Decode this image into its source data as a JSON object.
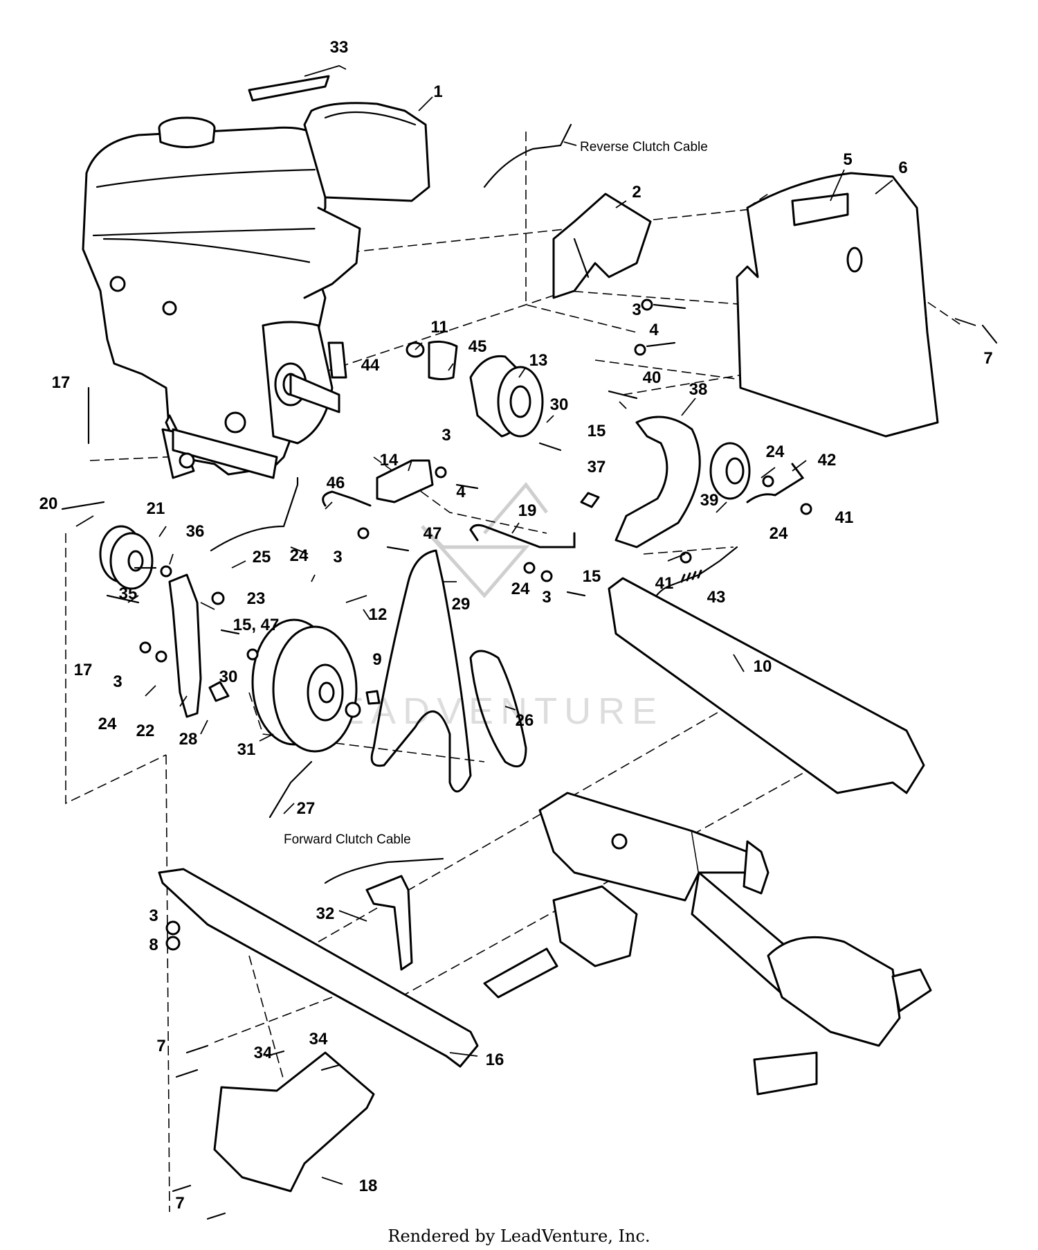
{
  "diagram": {
    "callouts": [
      {
        "id": "c-33a",
        "text": "33"
      },
      {
        "id": "c-1",
        "text": "1"
      },
      {
        "id": "c-2",
        "text": "2"
      },
      {
        "id": "c-5",
        "text": "5"
      },
      {
        "id": "c-6",
        "text": "6"
      },
      {
        "id": "c-3a",
        "text": "3"
      },
      {
        "id": "c-4a",
        "text": "4"
      },
      {
        "id": "c-7a",
        "text": "7"
      },
      {
        "id": "c-11",
        "text": "11"
      },
      {
        "id": "c-45",
        "text": "45"
      },
      {
        "id": "c-13",
        "text": "13"
      },
      {
        "id": "c-44",
        "text": "44"
      },
      {
        "id": "c-17a",
        "text": "17"
      },
      {
        "id": "c-30a",
        "text": "30"
      },
      {
        "id": "c-15a",
        "text": "15"
      },
      {
        "id": "c-40",
        "text": "40"
      },
      {
        "id": "c-38",
        "text": "38"
      },
      {
        "id": "c-3b",
        "text": "3"
      },
      {
        "id": "c-14",
        "text": "14"
      },
      {
        "id": "c-4b",
        "text": "4"
      },
      {
        "id": "c-37",
        "text": "37"
      },
      {
        "id": "c-24a",
        "text": "24"
      },
      {
        "id": "c-42",
        "text": "42"
      },
      {
        "id": "c-39",
        "text": "39"
      },
      {
        "id": "c-24b",
        "text": "24"
      },
      {
        "id": "c-41a",
        "text": "41"
      },
      {
        "id": "c-20",
        "text": "20"
      },
      {
        "id": "c-46",
        "text": "46"
      },
      {
        "id": "c-19",
        "text": "19"
      },
      {
        "id": "c-21",
        "text": "21"
      },
      {
        "id": "c-36",
        "text": "36"
      },
      {
        "id": "c-25",
        "text": "25"
      },
      {
        "id": "c-24c",
        "text": "24"
      },
      {
        "id": "c-3c",
        "text": "3"
      },
      {
        "id": "c-47a",
        "text": "47"
      },
      {
        "id": "c-41b",
        "text": "41"
      },
      {
        "id": "c-24d",
        "text": "24"
      },
      {
        "id": "c-3d",
        "text": "3"
      },
      {
        "id": "c-15b",
        "text": "15"
      },
      {
        "id": "c-43",
        "text": "43"
      },
      {
        "id": "c-35",
        "text": "35"
      },
      {
        "id": "c-23",
        "text": "23"
      },
      {
        "id": "c-29",
        "text": "29"
      },
      {
        "id": "c-12",
        "text": "12"
      },
      {
        "id": "c-15-47",
        "text": "15, 47"
      },
      {
        "id": "c-17b",
        "text": "17"
      },
      {
        "id": "c-3e",
        "text": "3"
      },
      {
        "id": "c-30b",
        "text": "30"
      },
      {
        "id": "c-9",
        "text": "9"
      },
      {
        "id": "c-10",
        "text": "10"
      },
      {
        "id": "c-24e",
        "text": "24"
      },
      {
        "id": "c-22",
        "text": "22"
      },
      {
        "id": "c-28",
        "text": "28"
      },
      {
        "id": "c-31",
        "text": "31"
      },
      {
        "id": "c-26",
        "text": "26"
      },
      {
        "id": "c-27",
        "text": "27"
      },
      {
        "id": "c-3f",
        "text": "3"
      },
      {
        "id": "c-8",
        "text": "8"
      },
      {
        "id": "c-32",
        "text": "32"
      },
      {
        "id": "c-7b",
        "text": "7"
      },
      {
        "id": "c-34a",
        "text": "34"
      },
      {
        "id": "c-34b",
        "text": "34"
      },
      {
        "id": "c-16",
        "text": "16"
      },
      {
        "id": "c-7c",
        "text": "7"
      },
      {
        "id": "c-18",
        "text": "18"
      }
    ],
    "cable_labels": {
      "reverse": "Reverse Clutch Cable",
      "forward": "Forward Clutch Cable"
    },
    "watermark": "LEADVENTURE"
  },
  "footer": {
    "credit": "Rendered by LeadVenture, Inc."
  }
}
